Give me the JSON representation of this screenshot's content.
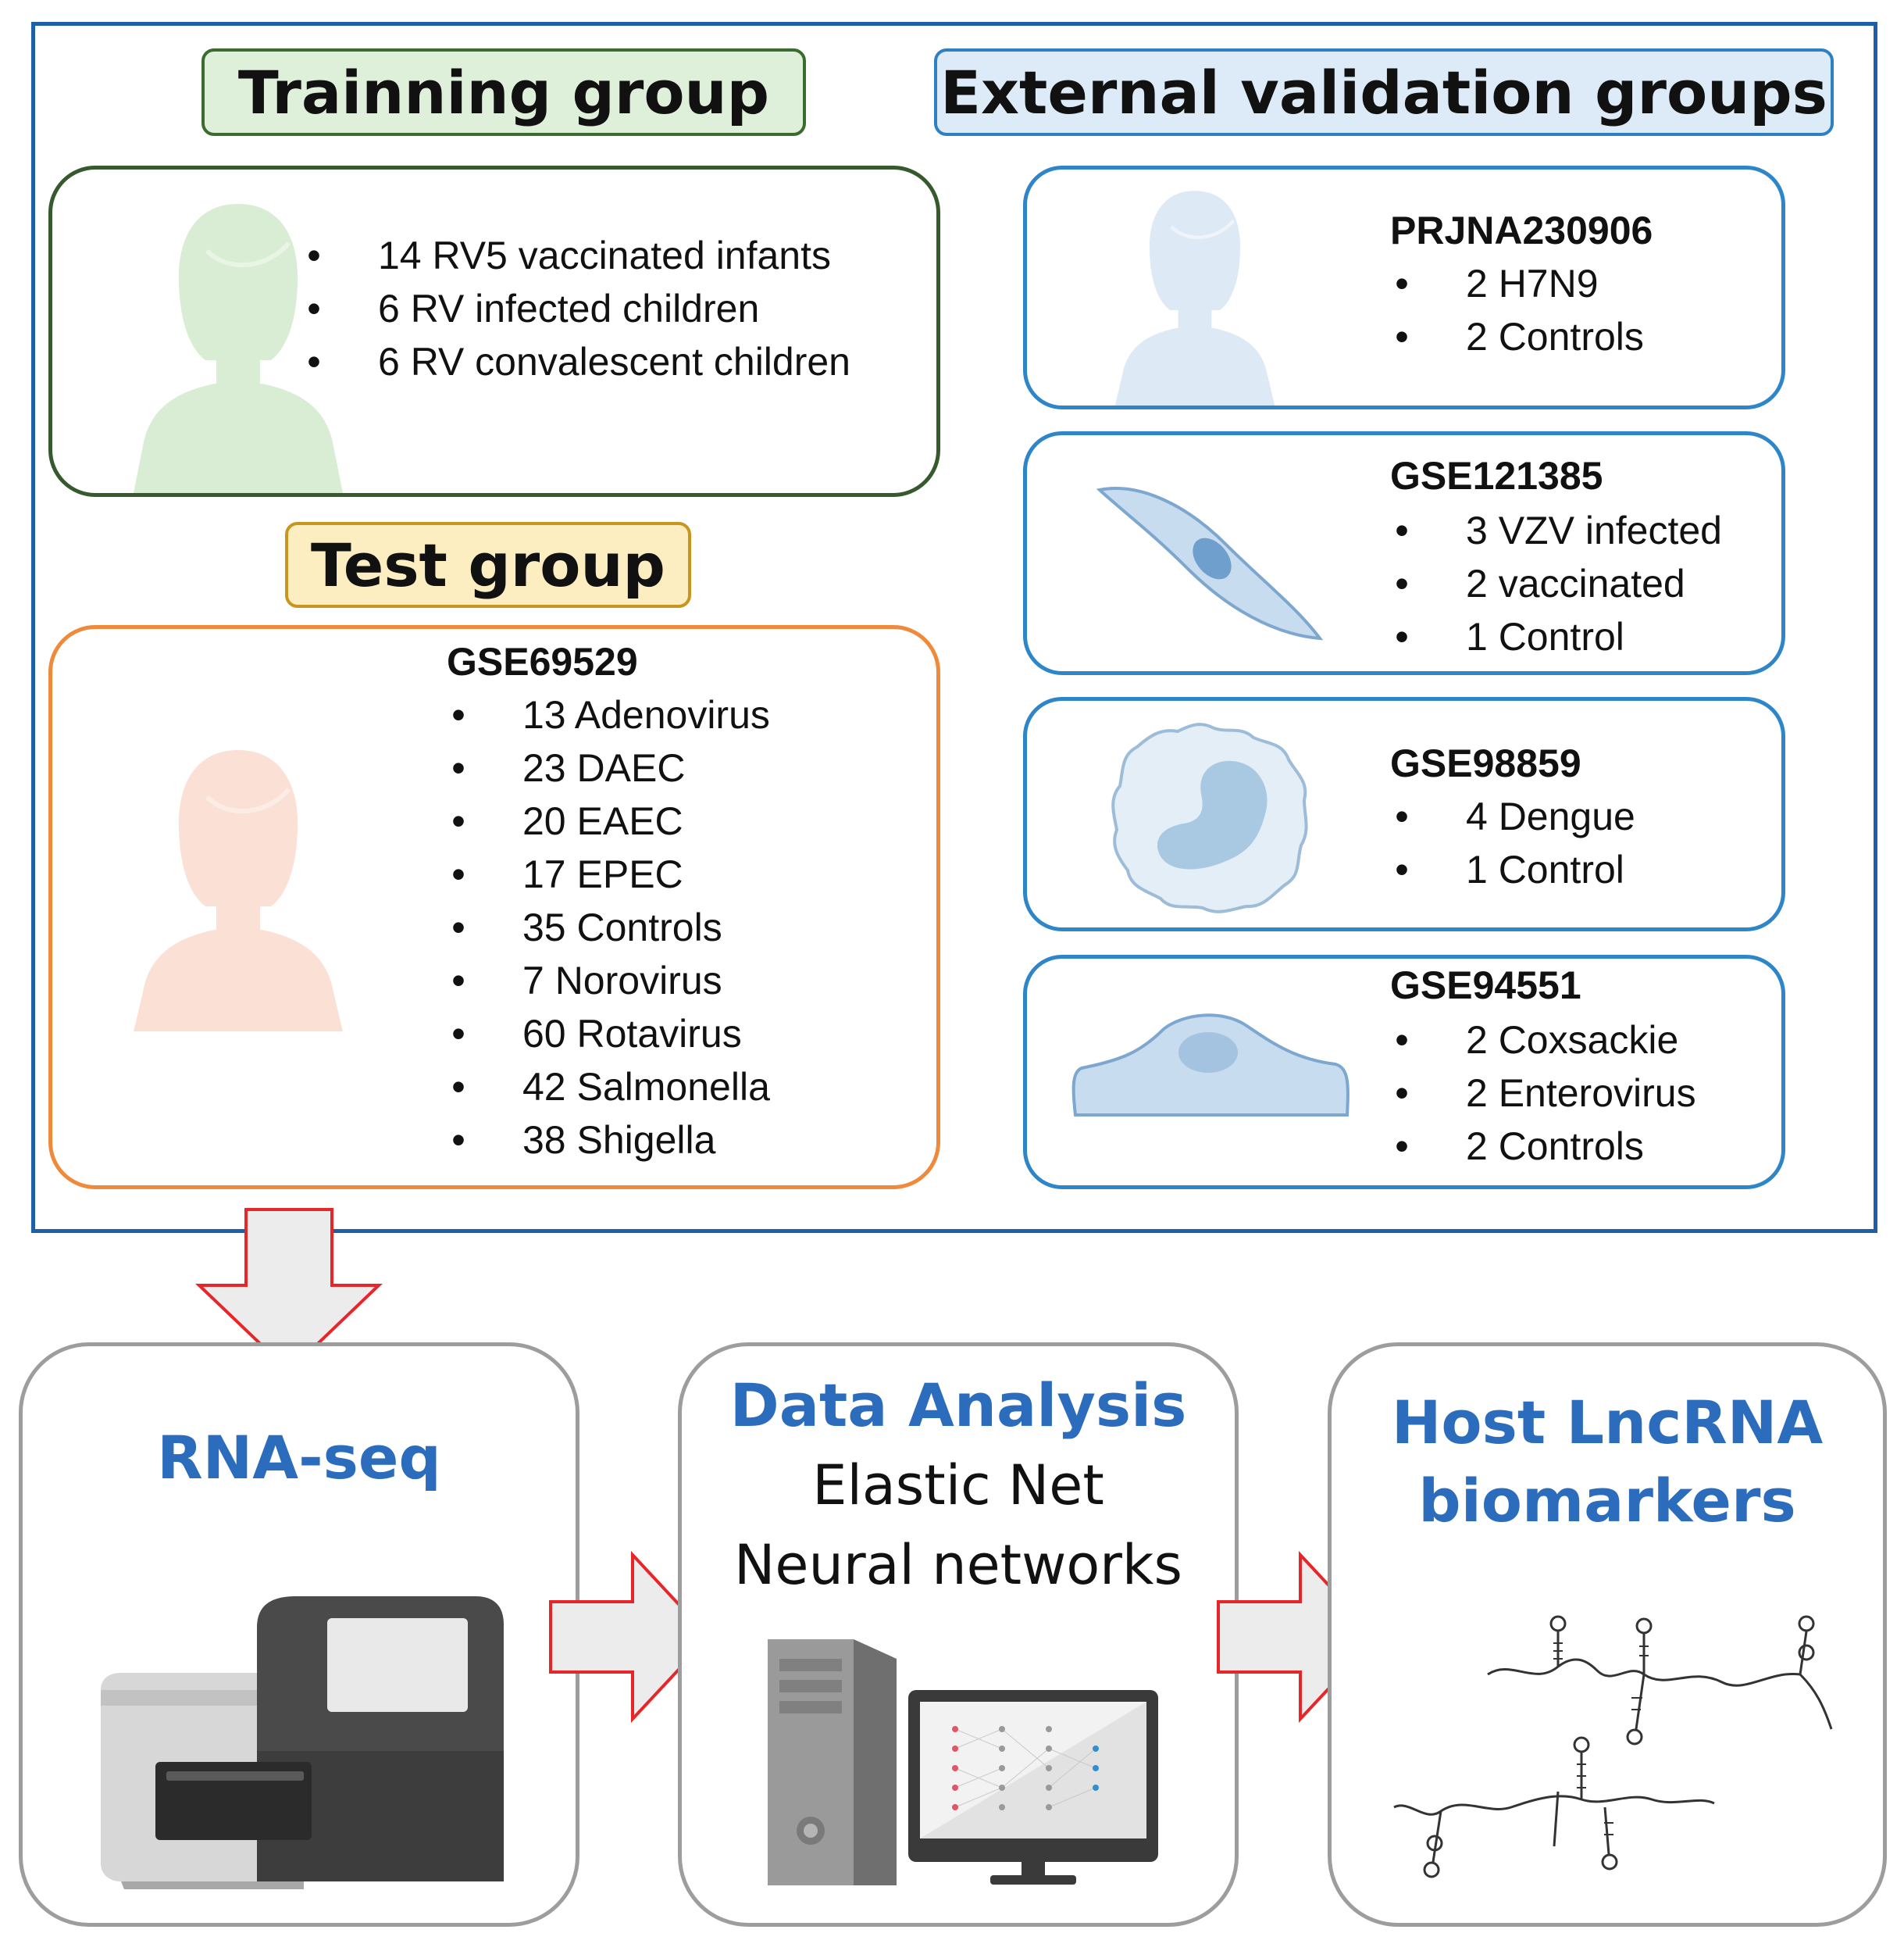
{
  "training": {
    "header": "Trainning group",
    "items": [
      "14 RV5 vaccinated infants",
      "6 RV infected children",
      "6 RV convalescent children"
    ]
  },
  "test": {
    "header": "Test group",
    "dataset": "GSE69529",
    "items": [
      "13 Adenovirus",
      "23 DAEC",
      "20 EAEC",
      "17 EPEC",
      "35 Controls",
      "7 Norovirus",
      "60 Rotavirus",
      "42 Salmonella",
      "38 Shigella"
    ]
  },
  "validation": {
    "header": "External validation groups",
    "groups": [
      {
        "id": "PRJNA230906",
        "icon": "person-icon",
        "items": [
          "2 H7N9",
          "2 Controls"
        ]
      },
      {
        "id": "GSE121385",
        "icon": "spindle-cell-icon",
        "items": [
          "3 VZV infected",
          "2 vaccinated",
          "1 Control"
        ]
      },
      {
        "id": "GSE98859",
        "icon": "monocyte-cell-icon",
        "items": [
          "4 Dengue",
          "1 Control"
        ]
      },
      {
        "id": "GSE94551",
        "icon": "epithelial-cell-icon",
        "items": [
          "2 Coxsackie",
          "2 Enterovirus",
          "2 Controls"
        ]
      }
    ]
  },
  "pipeline": {
    "rnaseq": {
      "title": "RNA-seq"
    },
    "analysis": {
      "title": "Data Analysis",
      "methods": [
        "Elastic Net",
        "Neural networks"
      ]
    },
    "biomarkers": {
      "title_line1": "Host LncRNA",
      "title_line2": "biomarkers"
    }
  },
  "colors": {
    "frame": "#1f5fa8",
    "training": "#3c6b2f",
    "test": "#ef8a3c",
    "validation": "#2e86c9",
    "stage_title": "#2c6cbd",
    "arrow_outline": "#e8262a",
    "arrow_fill": "#ececec"
  }
}
